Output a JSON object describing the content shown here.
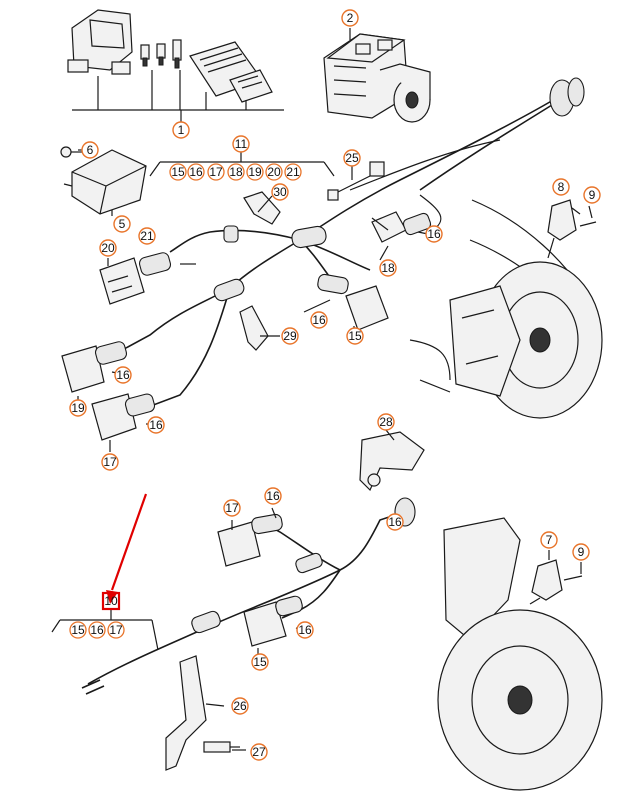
{
  "callouts": [
    {
      "id": "c1",
      "label": "1"
    },
    {
      "id": "c2",
      "label": "2"
    },
    {
      "id": "c5",
      "label": "5"
    },
    {
      "id": "c6",
      "label": "6"
    },
    {
      "id": "c7",
      "label": "7"
    },
    {
      "id": "c8",
      "label": "8"
    },
    {
      "id": "c9a",
      "label": "9"
    },
    {
      "id": "c9b",
      "label": "9"
    },
    {
      "id": "c11",
      "label": "11"
    },
    {
      "id": "c15a",
      "label": "15"
    },
    {
      "id": "c15b",
      "label": "15"
    },
    {
      "id": "c16a",
      "label": "16"
    },
    {
      "id": "c16b",
      "label": "16"
    },
    {
      "id": "c16c",
      "label": "16"
    },
    {
      "id": "c16d",
      "label": "16"
    },
    {
      "id": "c16e",
      "label": "16"
    },
    {
      "id": "c16f",
      "label": "16"
    },
    {
      "id": "c16g",
      "label": "16"
    },
    {
      "id": "c17a",
      "label": "17"
    },
    {
      "id": "c17b",
      "label": "17"
    },
    {
      "id": "c18",
      "label": "18"
    },
    {
      "id": "c19",
      "label": "19"
    },
    {
      "id": "c20",
      "label": "20"
    },
    {
      "id": "c21",
      "label": "21"
    },
    {
      "id": "c25",
      "label": "25"
    },
    {
      "id": "c26",
      "label": "26"
    },
    {
      "id": "c27",
      "label": "27"
    },
    {
      "id": "c28",
      "label": "28"
    },
    {
      "id": "c29",
      "label": "29"
    },
    {
      "id": "c30",
      "label": "30"
    }
  ],
  "group_11": [
    "15",
    "16",
    "17",
    "18",
    "19",
    "20",
    "21"
  ],
  "group_10": [
    "15",
    "16",
    "17"
  ],
  "highlight": {
    "label": "10",
    "color": "#e00000"
  },
  "colors": {
    "callout_ring": "#e8742a",
    "line": "#1a1a1a",
    "highlight": "#e00000"
  }
}
